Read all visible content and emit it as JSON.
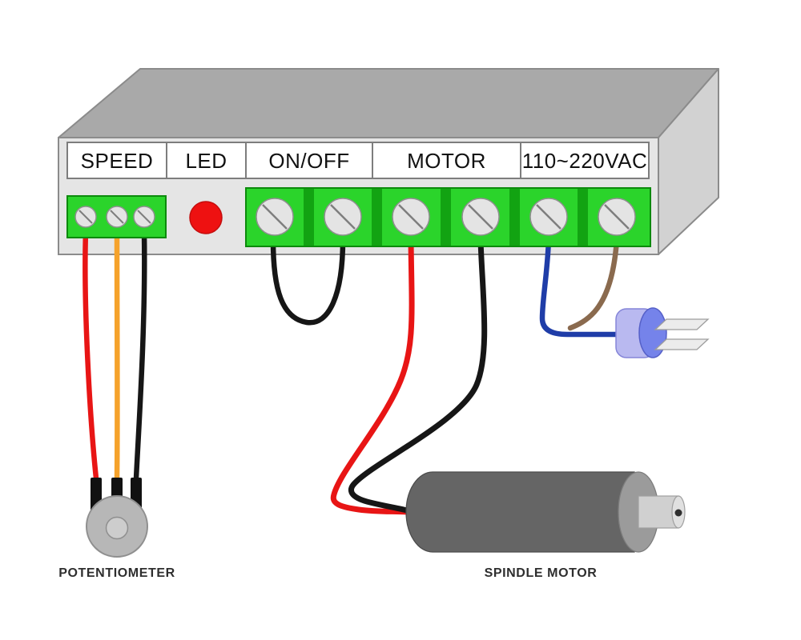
{
  "panel": {
    "labels": [
      "SPEED",
      "LED",
      "ON/OFF",
      "MOTOR",
      "110~220VAC"
    ]
  },
  "component_labels": {
    "potentiometer": "POTENTIOMETER",
    "spindle_motor": "SPINDLE MOTOR"
  },
  "colors": {
    "background": "#ffffff",
    "box_top": "#a9a9a9",
    "box_front": "#e5e5e5",
    "box_side": "#d2d2d2",
    "box_outline": "#8b8b8b",
    "label_bg": "#ffffff",
    "label_border": "#7d7d7d",
    "label_text": "#111111",
    "terminal_green": "#2bd42b",
    "terminal_green_dark": "#12a312",
    "terminal_border": "#0c8a0c",
    "screw_fill": "#e4e4e4",
    "screw_border": "#8f8f8f",
    "screw_slot": "#7e7e7e",
    "led_red": "#ee1111",
    "led_border": "#c40d0d",
    "wire_red": "#e81515",
    "wire_orange": "#f5a22b",
    "wire_black": "#161616",
    "wire_blue": "#1f3da8",
    "wire_brown": "#8a6a4e",
    "pot_body": "#b7b7b7",
    "pot_inner": "#cdcdcd",
    "pot_outline": "#8f8f8f",
    "pin_black": "#111111",
    "motor_body": "#656565",
    "motor_outline": "#4c4c4c",
    "motor_cap": "#9b9b9b",
    "motor_cap_border": "#7d7d7d",
    "motor_shaft": "#d0d0d0",
    "motor_shaft_end": "#e0e0e0",
    "motor_shaft_border": "#a0a0a0",
    "motor_dot": "#2f2f2f",
    "plug_body": "#b9b9f0",
    "plug_body_border": "#8585d8",
    "plug_face": "#7583ea",
    "plug_face_border": "#5560c8",
    "prong_fill": "#ececec",
    "prong_border": "#9d9d9d",
    "component_label_text": "#2e2e2e"
  }
}
